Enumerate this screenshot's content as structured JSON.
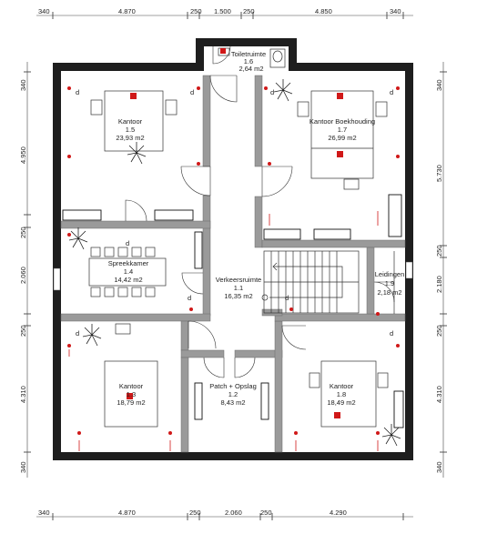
{
  "dimensions": {
    "top": [
      "340",
      "4.870",
      "250",
      "1.500",
      "250",
      "4.850",
      "340"
    ],
    "bottom": [
      "340",
      "4.870",
      "250",
      "2.060",
      "250",
      "4.290"
    ],
    "left": [
      "340",
      "4.950",
      "250",
      "2.060",
      "250",
      "4.310",
      "340"
    ],
    "right": [
      "340",
      "5.730",
      "250",
      "2.180",
      "250",
      "4.310",
      "340"
    ]
  },
  "rooms": [
    {
      "name": "Toiletruimte",
      "number": "1.6",
      "area": "2,64 m2"
    },
    {
      "name": "Kantoor",
      "number": "1.5",
      "area": "23,93 m2"
    },
    {
      "name": "Kantoor Boekhouding",
      "number": "1.7",
      "area": "26,99 m2"
    },
    {
      "name": "Spreekkamer",
      "number": "1.4",
      "area": "14,42 m2"
    },
    {
      "name": "Verkeersruimte",
      "number": "1.1",
      "area": "16,35 m2"
    },
    {
      "name": "Leidingen",
      "number": "1.9",
      "area": "2,18 m2"
    },
    {
      "name": "Kantoor",
      "number": "1.3",
      "area": "18,79 m2"
    },
    {
      "name": "Patch + Opslag",
      "number": "1.2",
      "area": "8,43 m2"
    },
    {
      "name": "Kantoor",
      "number": "1.8",
      "area": "18,49 m2"
    }
  ],
  "marker_letter": "d",
  "colors": {
    "exterior_wall": "#1e1e1e",
    "interior_wall": "#9a9a9a",
    "electrical": "#d01818"
  }
}
